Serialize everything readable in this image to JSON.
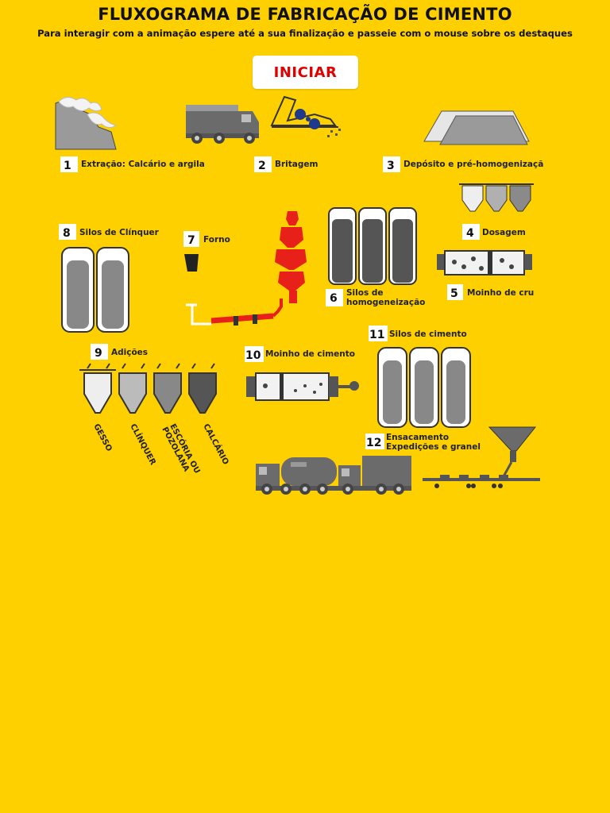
{
  "page": {
    "title": "FLUXOGRAMA DE FABRICAÇÃO DE CIMENTO",
    "subtitle": "Para interagir com a animação espere até a sua finalização e passeie com o mouse sobre os destaques",
    "start_button": "INICIAR"
  },
  "colors": {
    "background": "#FFD000",
    "button_text": "#E00000",
    "kiln": "#E8201A",
    "silo_fill": "#888888"
  },
  "steps": [
    {
      "num": "1",
      "label": "Extração: Calcário e argila"
    },
    {
      "num": "2",
      "label": "Britagem"
    },
    {
      "num": "3",
      "label": "Depósito e pré-homogenizaçã"
    },
    {
      "num": "4",
      "label": "Dosagem"
    },
    {
      "num": "5",
      "label": "Moinho de cru"
    },
    {
      "num": "6",
      "label": "Silos de",
      "label2": "homogeneização"
    },
    {
      "num": "7",
      "label": "Forno"
    },
    {
      "num": "8",
      "label": "Silos de Clínquer"
    },
    {
      "num": "9",
      "label": "Adições"
    },
    {
      "num": "10",
      "label": "Moinho de cimento"
    },
    {
      "num": "11",
      "label": "Silos de cimento"
    },
    {
      "num": "12",
      "label": "Ensacamento",
      "label2": "Expedições e granel"
    }
  ],
  "additions": [
    "GESSO",
    "CLÍNQUER",
    "ESCÓRIA OU",
    "POZOLANA",
    "CALCÁRIO"
  ]
}
